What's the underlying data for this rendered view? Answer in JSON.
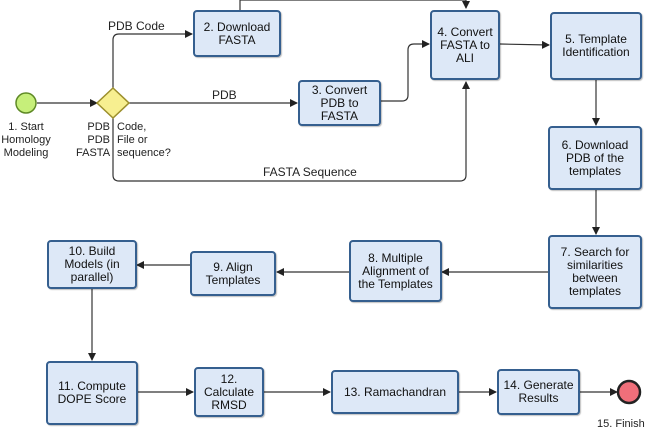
{
  "nodes": {
    "start_label": "1. Start\nHomology\nModeling",
    "gateway_label": "Code,\nFile or\nsequence?",
    "download_fasta": "2. Download\nFASTA",
    "convert_pdb": "3. Convert\nPDB to\nFASTA",
    "convert_fasta": "4. Convert\nFASTA to\nALI",
    "template_id": "5. Template\nIdentification",
    "download_pdb": "6. Download\nPDB of the\ntemplates",
    "search_sim": "7. Search for\nsimilarities\nbetween\ntemplates",
    "multi_align": "8. Multiple\nAlignment of\nthe Templates",
    "align_templates": "9. Align\nTemplates",
    "build_models": "10. Build\nModels (in\nparallel)",
    "compute_dope": "11. Compute\nDOPE Score",
    "calc_rmsd": "12.\nCalculate\nRMSD",
    "ramachandran": "13. Ramachandran",
    "gen_results": "14. Generate\nResults",
    "finish_label": "15. Finish"
  },
  "edges": {
    "pdb_code": "PDB Code",
    "pdb": "PDB",
    "fasta_seq": "FASTA Sequence",
    "gateway_left": "PDB\nPDB\nFASTA"
  },
  "colors": {
    "start": "#c6ef7a",
    "gateway": "#f7ef90",
    "finish": "#ef6f7a",
    "box_fill": "#dde8f7",
    "box_border": "#355f8f"
  }
}
